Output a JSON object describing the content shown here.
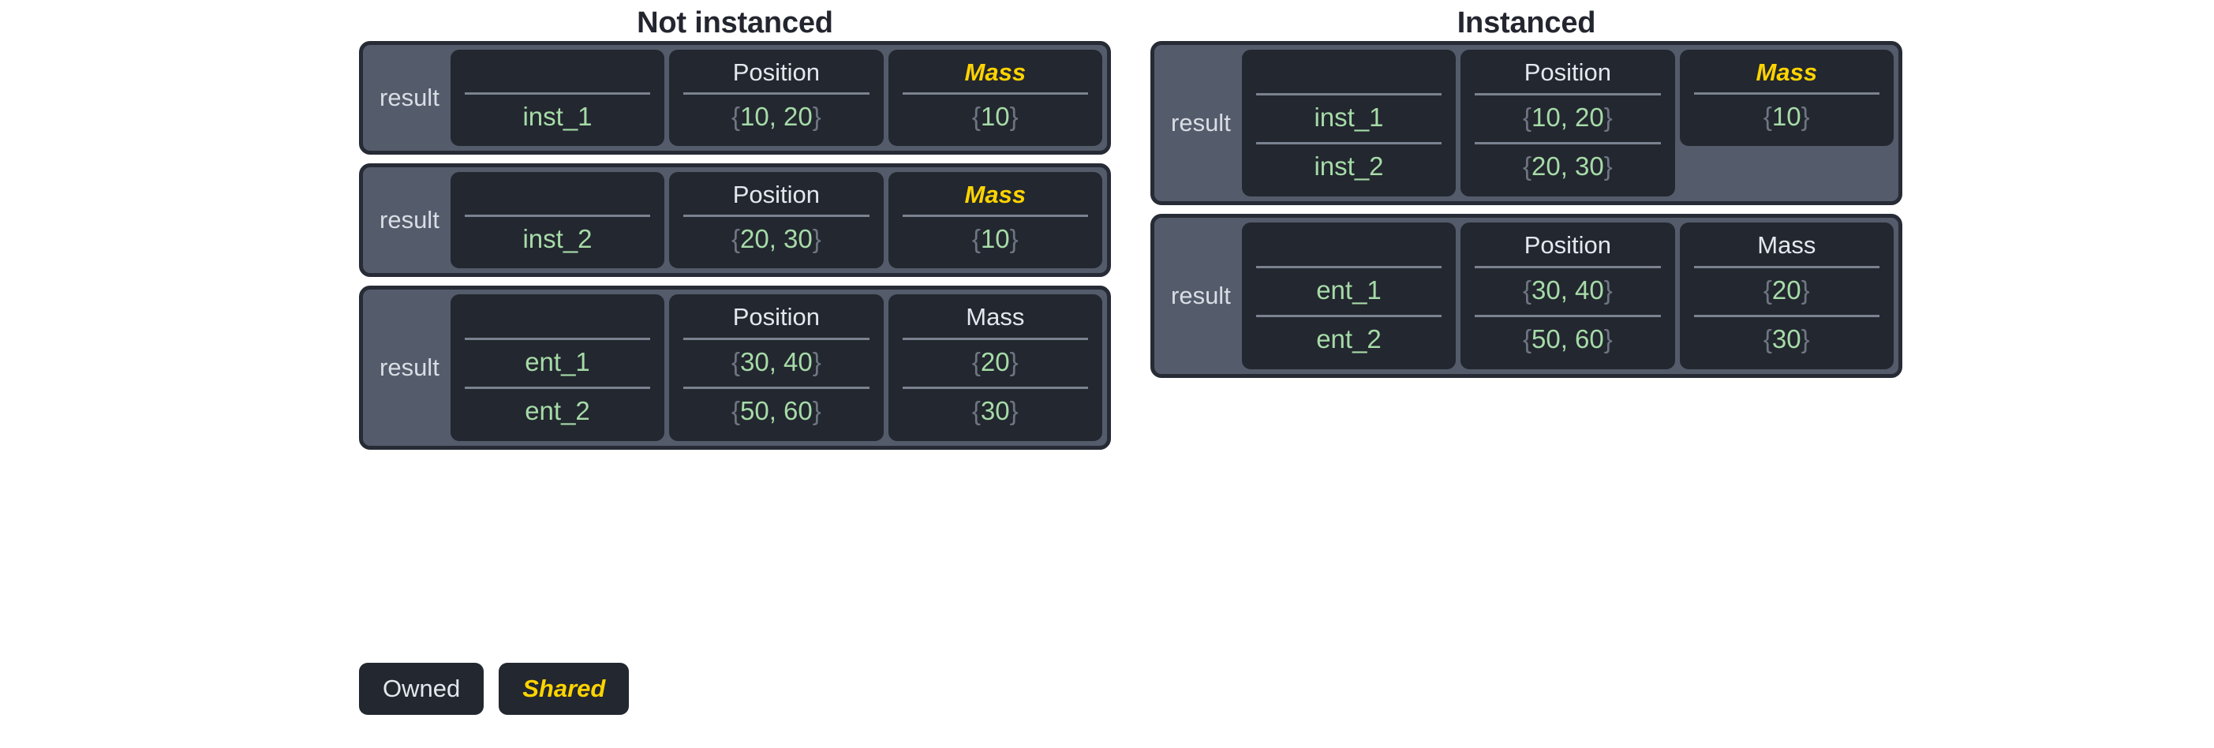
{
  "page": {
    "background_color": "#ffffff"
  },
  "colors": {
    "card_border": "#262b35",
    "card_panel": "#545b6b",
    "column_background": "#23272f",
    "owned_text": "#e3e7ee",
    "shared_text": "#ffd400",
    "value_text": "#a6dba8",
    "brace_text": "#6e7582",
    "rule": "#7b828f",
    "title_text": "#23262f"
  },
  "columns": [
    {
      "title": "Not instanced",
      "tables": [
        {
          "label": "result",
          "columns": [
            {
              "header": "",
              "shared": false,
              "cells": [
                "inst_1"
              ],
              "value_kind": "plain"
            },
            {
              "header": "Position",
              "shared": false,
              "cells": [
                "{10, 20}"
              ],
              "value_kind": "braced"
            },
            {
              "header": "Mass",
              "shared": true,
              "cells": [
                "{10}"
              ],
              "value_kind": "braced"
            }
          ]
        },
        {
          "label": "result",
          "columns": [
            {
              "header": "",
              "shared": false,
              "cells": [
                "inst_2"
              ],
              "value_kind": "plain"
            },
            {
              "header": "Position",
              "shared": false,
              "cells": [
                "{20, 30}"
              ],
              "value_kind": "braced"
            },
            {
              "header": "Mass",
              "shared": true,
              "cells": [
                "{10}"
              ],
              "value_kind": "braced"
            }
          ]
        },
        {
          "label": "result",
          "columns": [
            {
              "header": "",
              "shared": false,
              "cells": [
                "ent_1",
                "ent_2"
              ],
              "value_kind": "plain"
            },
            {
              "header": "Position",
              "shared": false,
              "cells": [
                "{30, 40}",
                "{50, 60}"
              ],
              "value_kind": "braced"
            },
            {
              "header": "Mass",
              "shared": false,
              "cells": [
                "{20}",
                "{30}"
              ],
              "value_kind": "braced"
            }
          ]
        }
      ]
    },
    {
      "title": "Instanced",
      "tables": [
        {
          "label": "result",
          "columns": [
            {
              "header": "",
              "shared": false,
              "cells": [
                "inst_1",
                "inst_2"
              ],
              "value_kind": "plain"
            },
            {
              "header": "Position",
              "shared": false,
              "cells": [
                "{10, 20}",
                "{20, 30}"
              ],
              "value_kind": "braced"
            },
            {
              "header": "Mass",
              "shared": true,
              "cells": [
                "{10}"
              ],
              "value_kind": "braced"
            }
          ]
        },
        {
          "label": "result",
          "columns": [
            {
              "header": "",
              "shared": false,
              "cells": [
                "ent_1",
                "ent_2"
              ],
              "value_kind": "plain"
            },
            {
              "header": "Position",
              "shared": false,
              "cells": [
                "{30, 40}",
                "{50, 60}"
              ],
              "value_kind": "braced"
            },
            {
              "header": "Mass",
              "shared": false,
              "cells": [
                "{20}",
                "{30}"
              ],
              "value_kind": "braced"
            }
          ]
        }
      ]
    }
  ],
  "legend": [
    {
      "label": "Owned",
      "shared": false
    },
    {
      "label": "Shared",
      "shared": true
    }
  ]
}
